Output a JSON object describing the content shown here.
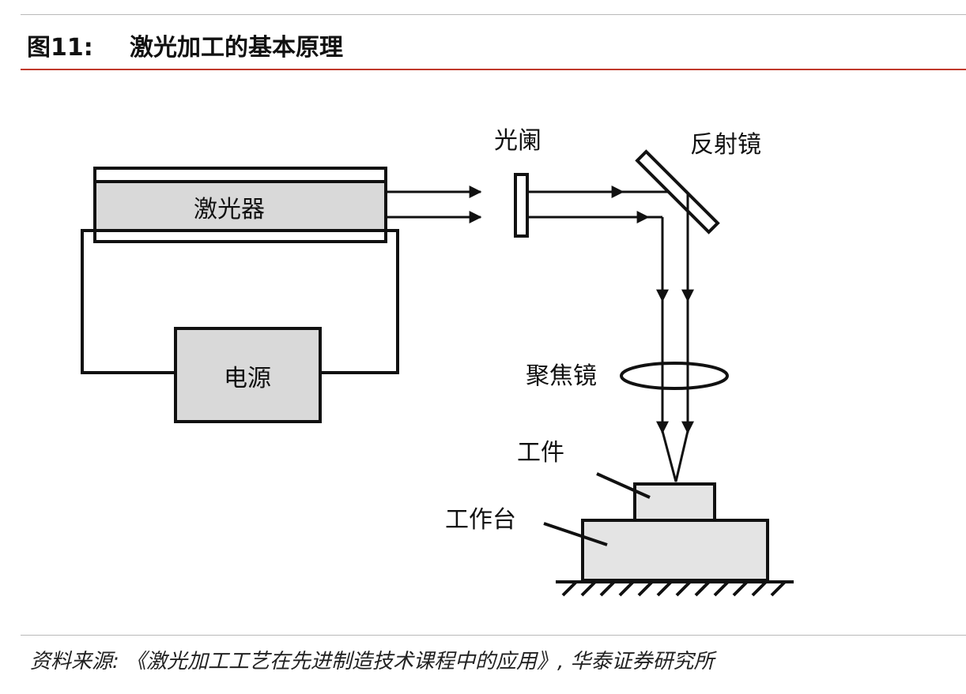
{
  "figure": {
    "label": "图11:",
    "title": "激光加工的基本原理"
  },
  "diagram": {
    "laser": "激光器",
    "power_supply": "电源",
    "aperture": "光阑",
    "mirror": "反射镜",
    "focusing_lens": "聚焦镜",
    "workpiece": "工件",
    "worktable": "工作台"
  },
  "source": "资料来源: 《激光加工工艺在先进制造技术课程中的应用》, 华泰证券研究所"
}
